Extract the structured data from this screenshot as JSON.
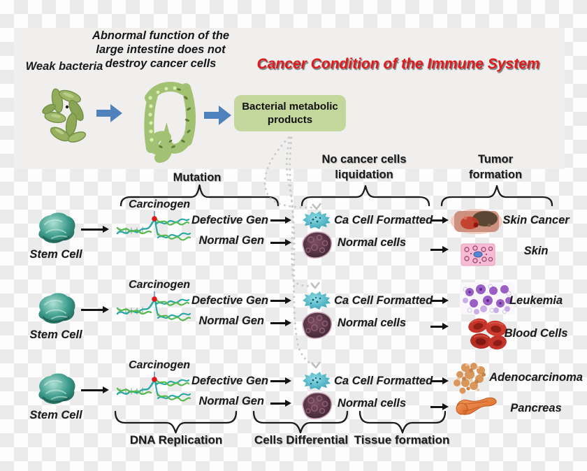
{
  "title": "Cancer Condition of the Immune System",
  "top": {
    "weak_bacteria_label": "Weak bacteria",
    "abnormal_note_lines": [
      "Abnormal function of the",
      "large intestine does not",
      "destroy cancer cells"
    ],
    "bacterial_box_lines": [
      "Bacterial metabolic",
      "products"
    ]
  },
  "column_headers": {
    "mutation": "Mutation",
    "no_cancer_lines": [
      "No cancer cells",
      "liquidation"
    ],
    "tumor_lines": [
      "Tumor",
      "formation"
    ]
  },
  "rows": [
    {
      "stem_label": "Stem Cell",
      "carcinogen_label": "Carcinogen",
      "defective_label": "Defective Gen",
      "normal_gen_label": "Normal Gen",
      "ca_cell_label": "Ca Cell Formatted",
      "normal_cells_label": "Normal cells",
      "outcome_top_label": "Skin Cancer",
      "outcome_bottom_label": "Skin",
      "outcome_top_icon": "skin-cancer-image",
      "outcome_bottom_icon": "skin-image"
    },
    {
      "stem_label": "Stem Cell",
      "carcinogen_label": "Carcinogen",
      "defective_label": "Defective Gen",
      "normal_gen_label": "Normal Gen",
      "ca_cell_label": "Ca Cell Formatted",
      "normal_cells_label": "Normal cells",
      "outcome_top_label": "Leukemia",
      "outcome_bottom_label": "Blood Cells",
      "outcome_top_icon": "leukemia-image",
      "outcome_bottom_icon": "blood-cells-image"
    },
    {
      "stem_label": "Stem Cell",
      "carcinogen_label": "Carcinogen",
      "defective_label": "Defective Gen",
      "normal_gen_label": "Normal Gen",
      "ca_cell_label": "Ca Cell Formatted",
      "normal_cells_label": "Normal cells",
      "outcome_top_label": "Adenocarcinoma",
      "outcome_bottom_label": "Pancreas",
      "outcome_top_icon": "adenocarcinoma-image",
      "outcome_bottom_icon": "pancreas-image"
    }
  ],
  "bottom_headers": {
    "dna": "DNA Replication",
    "cells": "Cells Differential",
    "tissue": "Tissue formation"
  },
  "colors": {
    "title_red": "#e2191c",
    "box_green": "#c3d69b",
    "arrow_blue": "#4f81bd",
    "checker_gray": "#ebebeb",
    "panel_gray": "#f0efee",
    "text_dark": "#1b1b1b",
    "dots_gray": "#cbcbcb"
  }
}
